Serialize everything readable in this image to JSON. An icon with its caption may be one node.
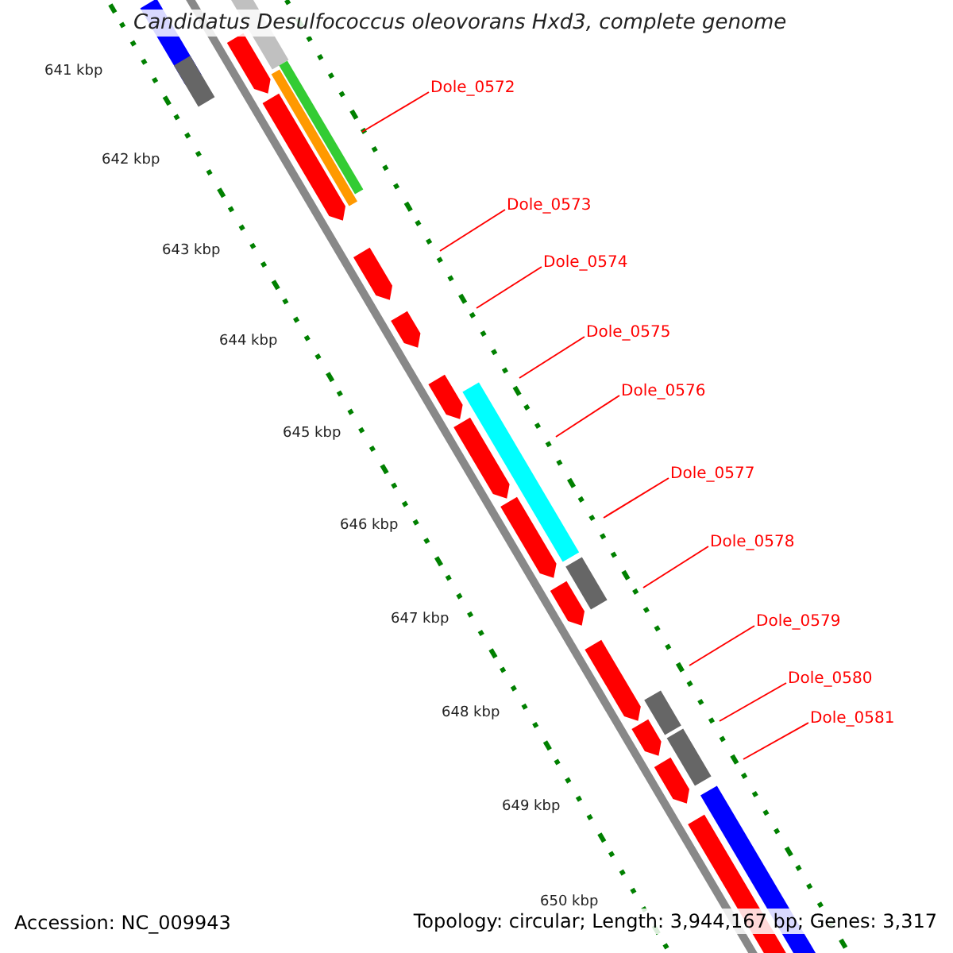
{
  "diagram": {
    "title": "Candidatus Desulfococcus oleovorans Hxd3, complete genome",
    "nodes": [
      {
        "text": [
          "Dole_0572"
        ]
      },
      {
        "text": [
          "Dole_0573"
        ]
      },
      {
        "text": [
          "Dole_0574"
        ]
      },
      {
        "text": [
          "Dole_0575"
        ]
      },
      {
        "text": [
          "Dole_0576"
        ]
      },
      {
        "text": [
          "Dole_0577"
        ]
      },
      {
        "text": [
          "Dole_0578"
        ]
      },
      {
        "text": [
          "Dole_0579"
        ]
      },
      {
        "text": [
          "Dole_0580"
        ]
      },
      {
        "text": [
          "Dole_0581"
        ]
      }
    ],
    "edges": [
      {
        "from": 0,
        "to": null,
        "arrow": "none",
        "color": "#ff0000"
      },
      {
        "from": 1,
        "to": null,
        "arrow": "none",
        "color": "#ff0000"
      },
      {
        "from": 2,
        "to": null,
        "arrow": "none",
        "color": "#ff0000"
      },
      {
        "from": 3,
        "to": null,
        "arrow": "none",
        "color": "#ff0000"
      },
      {
        "from": 4,
        "to": null,
        "arrow": "none",
        "color": "#ff0000"
      },
      {
        "from": 5,
        "to": null,
        "arrow": "none",
        "color": "#ff0000"
      },
      {
        "from": 6,
        "to": null,
        "arrow": "none",
        "color": "#ff0000"
      },
      {
        "from": 7,
        "to": null,
        "arrow": "none",
        "color": "#ff0000"
      },
      {
        "from": 8,
        "to": null,
        "arrow": "none",
        "color": "#ff0000"
      },
      {
        "from": 9,
        "to": null,
        "arrow": "none",
        "color": "#ff0000"
      }
    ],
    "labels": [
      "641 kbp",
      "642 kbp",
      "643 kbp",
      "644 kbp",
      "645 kbp",
      "646 kbp",
      "647 kbp",
      "648 kbp",
      "649 kbp",
      "650 kbp",
      "Accession: NC_009943",
      "Topology: circular; Length: 3,944,167 bp; Genes: 3,317"
    ]
  }
}
